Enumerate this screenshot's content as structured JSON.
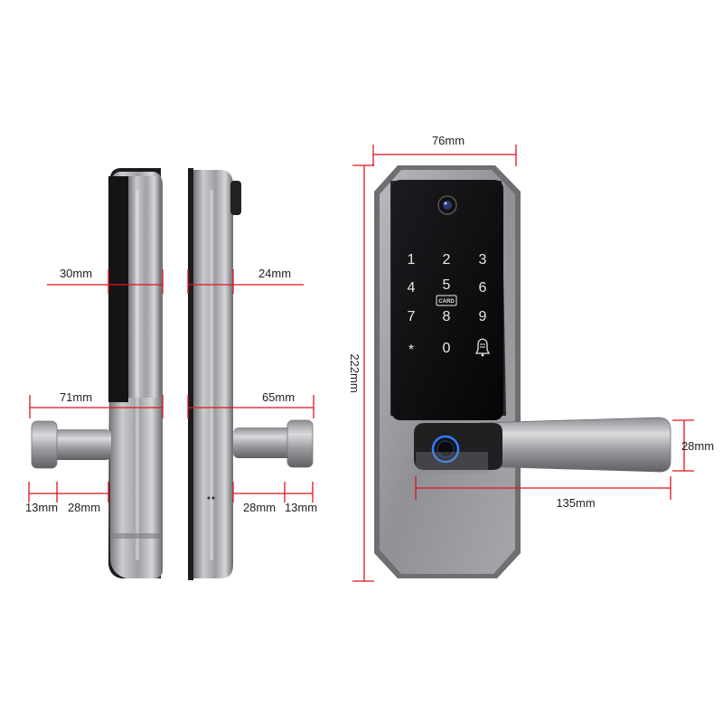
{
  "dimensions": {
    "side_front_depth": "30mm",
    "side_back_depth": "24mm",
    "front_handle_length": "71mm",
    "back_handle_length": "65mm",
    "front_handle_tip": "13mm",
    "front_handle_grip": "28mm",
    "back_handle_grip": "28mm",
    "back_handle_tip": "13mm",
    "front_width": "76mm",
    "front_height": "222mm",
    "lever_length": "135mm",
    "lever_height": "28mm"
  },
  "keypad": {
    "keys": [
      "1",
      "2",
      "3",
      "4",
      "5",
      "6",
      "7",
      "8",
      "9",
      "*",
      "0"
    ],
    "card_label": "CARD"
  },
  "colors": {
    "dimension_line": "#e0141c",
    "metal": "#a9abae",
    "glass_panel": "#0d0d0f",
    "fingerprint_ring": "#2f7fff"
  }
}
